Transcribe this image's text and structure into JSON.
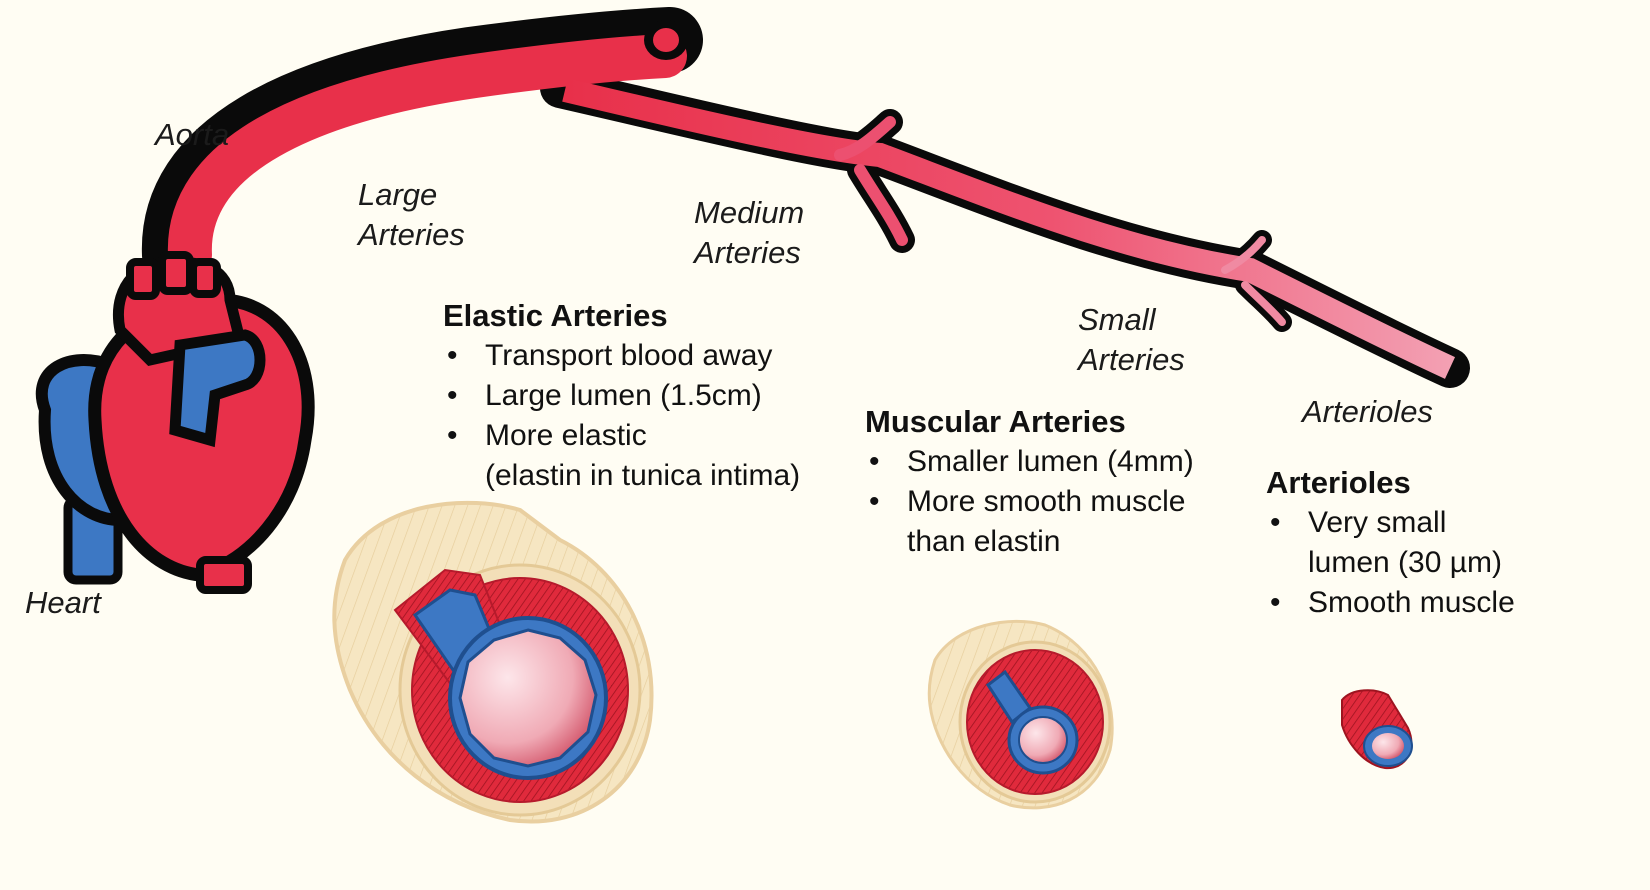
{
  "labels": {
    "aorta": "Aorta",
    "heart": "Heart",
    "large_arteries": "Large\nArteries",
    "medium_arteries": "Medium\nArteries",
    "small_arteries": "Small\nArteries",
    "arterioles": "Arterioles"
  },
  "elastic": {
    "title": "Elastic Arteries",
    "bullets": [
      "Transport blood away",
      "Large lumen (1.5cm)",
      "More elastic\n(elastin in tunica intima)"
    ]
  },
  "muscular": {
    "title": "Muscular Arteries",
    "bullets": [
      "Smaller lumen (4mm)",
      "More smooth muscle\nthan elastin"
    ]
  },
  "arterioles_block": {
    "title": "Arterioles",
    "bullets": [
      "Very small\nlumen (30 µm)",
      "Smooth muscle"
    ]
  },
  "colors": {
    "background": "#fffdf3",
    "artery_red": "#e8304a",
    "vein_blue": "#3d78c4",
    "adventitia": "#f4dfb5",
    "outline": "#0a0a0a"
  }
}
